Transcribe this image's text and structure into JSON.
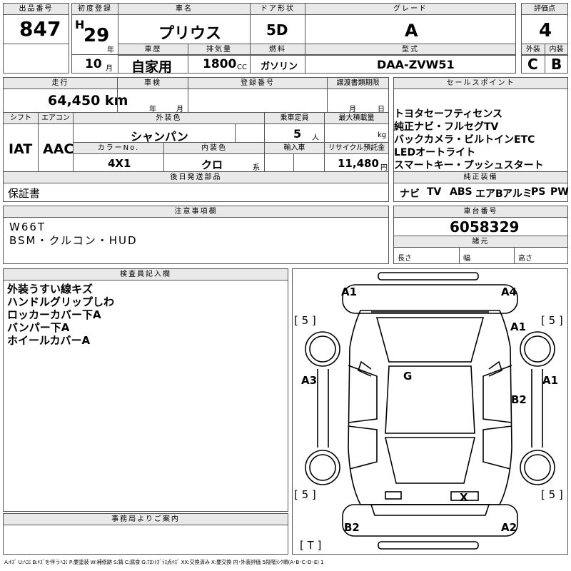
{
  "hdr": {
    "lot_label": "出品番号",
    "first_reg_label": "初度登録",
    "car_name_label": "車名",
    "door_label": "ドア形状",
    "grade_label": "グレード",
    "score_label": "評価点",
    "history_label": "車歴",
    "displacement_label": "排気量",
    "fuel_label": "燃料",
    "model_label": "型式",
    "ext_label": "外装",
    "int_label": "内装"
  },
  "vals": {
    "lot": "847",
    "era": "H",
    "year_num": "29",
    "year_unit": "年",
    "month_num": "10",
    "month_unit": "月",
    "car_name": "プリウス",
    "door": "5D",
    "grade": "A",
    "score": "4",
    "history": "自家用",
    "displacement": "1800",
    "cc": "CC",
    "fuel": "ガソリン",
    "model": "DAA-ZVW51",
    "ext": "C",
    "int": "B"
  },
  "row2": {
    "mileage_label": "走行",
    "inspection_label": "車検",
    "reg_no_label": "登録番号",
    "transfer_label": "譲渡書類期限",
    "mileage": "64,450 km",
    "insp_year": "年",
    "insp_month": "月",
    "tr_month": "月",
    "tr_day": "日"
  },
  "row3": {
    "shift_label": "シフト",
    "ac_label": "エアコン",
    "ext_color_label": "外装色",
    "capacity_label": "乗車定員",
    "max_load_label": "最大積載量",
    "shift": "IAT",
    "ac": "AAC",
    "ext_color": "シャンパン",
    "capacity": "5",
    "capacity_unit": "人",
    "load_unit": "kg"
  },
  "row4": {
    "color_no_label": "カラーNo.",
    "int_color_label": "内装色",
    "import_label": "輸入車",
    "recycle_label": "リサイクル預託金",
    "color_no": "4X1",
    "int_color": "クロ",
    "int_color_unit": "系",
    "recycle": "11,480",
    "yen": "円"
  },
  "later_parts": {
    "label": "後日発送部品",
    "value": "保証書"
  },
  "sales_points": {
    "label": "セールスポイント",
    "lines": [
      "トヨタセーフティセンス",
      "純正ナビ・フルセグTV",
      "バックカメラ・ビルトインETC",
      "LEDオートライト",
      "スマートキー・プッシュスタート"
    ]
  },
  "equipment": {
    "label": "純正装備",
    "items": [
      "ナビ",
      "TV",
      "ABS",
      "エアB",
      "アルミ",
      "PS",
      "PW"
    ]
  },
  "notes": {
    "label": "注意事項欄",
    "lines": [
      "W66T",
      "BSM・クルコン・HUD"
    ]
  },
  "chassis": {
    "label": "車台番号",
    "value": "6058329",
    "dims_label": "諸元",
    "length": "長さ",
    "width": "幅",
    "height": "高さ"
  },
  "inspector": {
    "label": "検査員記入欄",
    "lines": [
      "外装うすい線キズ",
      "ハンドルグリップしわ",
      "ロッカーカバー下A",
      "バンパー下A",
      "ホイールカバーA"
    ]
  },
  "office": {
    "label": "事務局よりご案内"
  },
  "diagram_marks": {
    "front_left": "A1",
    "front_right": "A4",
    "right_fender": "A1",
    "left_side": "A3",
    "right_side": "A1",
    "roof": "G",
    "right_rear_door": "B2",
    "rear_glass": "X",
    "rear_left": "B2",
    "rear_right": "A2",
    "tire_fl": "[ 5 ]",
    "tire_fr": "[ 5 ]",
    "tire_rl": "[ 5 ]",
    "tire_rr": "[ 5 ]",
    "trunk": "[ T ]"
  },
  "legend": "A:ｷｽﾞ U:ﾍｺﾐ B:ｷｽﾞを伴うﾍｺﾐ P:要塗装 W:補修跡 S:錆 C:腐食 G:ﾌﾛﾝﾄｶﾞﾗｽ点ｷｽﾞ XX:交換済み X:要交換 内･外装評価 5段階ﾗﾝｸ順(A･B･C･D･E) 1"
}
